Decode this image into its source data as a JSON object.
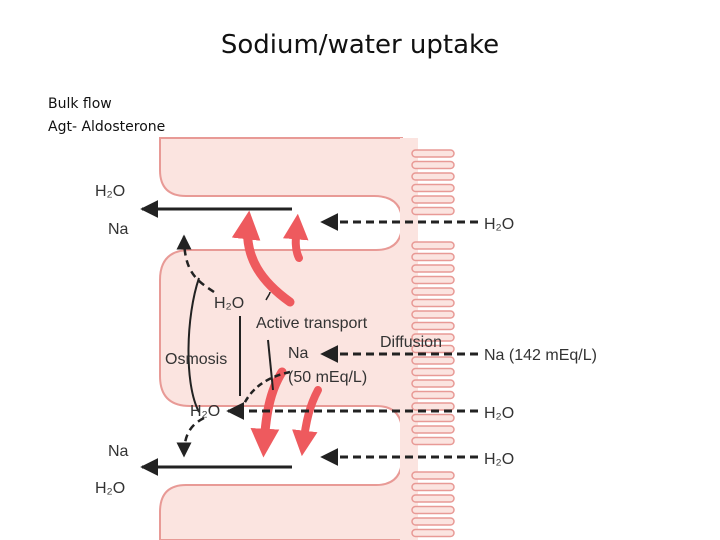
{
  "slide": {
    "title": "Sodium/water uptake",
    "notes": [
      "Bulk flow",
      "Agt- Aldosterone"
    ]
  },
  "diagram": {
    "colors": {
      "cell_fill": "#fbe4e0",
      "cell_outline": "#e89a96",
      "active_arrow": "#ee5a5e",
      "arrow": "#222222"
    },
    "labels": {
      "lumen_h2o_top": "H₂O",
      "lumen_h2o_mid": "H₂O",
      "lumen_h2o_bottom": "H₂O",
      "lumen_na": "Na (142 mEq/L)",
      "diffusion": "Diffusion",
      "active_transport": "Active transport",
      "osmosis": "Osmosis",
      "cell_na_line1": "Na",
      "cell_na_line2": "(50 mEq/L)",
      "cell_h2o_upper": "H₂O",
      "cell_h2o_lower": "H₂O",
      "space_h2o_top": "H₂O",
      "space_na_top": "Na",
      "space_na_bottom": "Na",
      "space_h2o_bottom": "H₂O"
    }
  }
}
